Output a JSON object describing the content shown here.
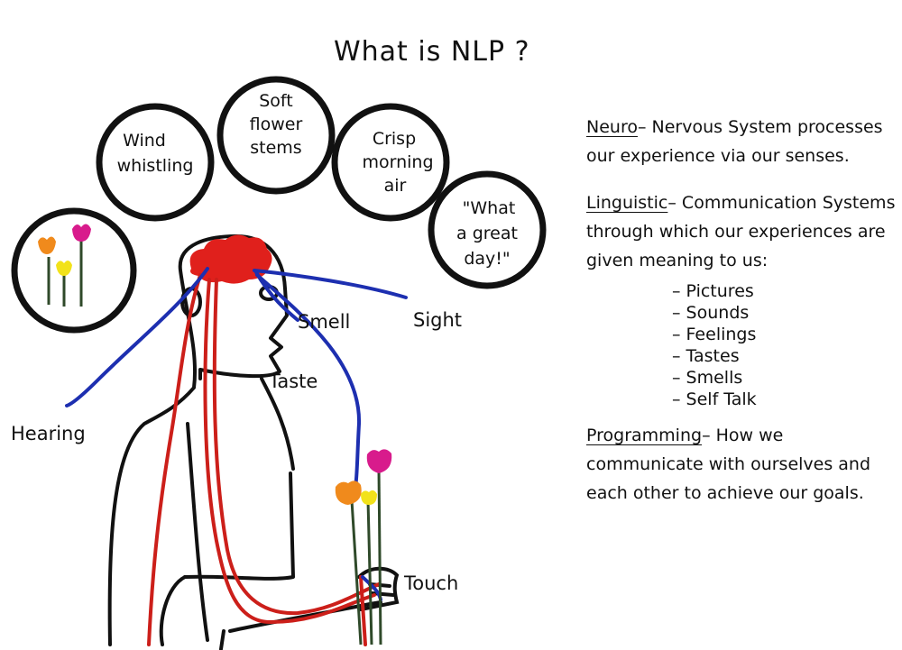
{
  "title": "What is NLP ?",
  "bubbles": {
    "wind": [
      "Wind",
      "whistling"
    ],
    "stems": [
      "Soft",
      "flower",
      "stems"
    ],
    "air": [
      "Crisp",
      "morning",
      "air"
    ],
    "quote": [
      "\"What",
      "a great",
      "day!\""
    ]
  },
  "senses": {
    "hearing": "Hearing",
    "smell": "Smell",
    "sight": "Sight",
    "taste": "Taste",
    "touch": "Touch"
  },
  "definitions": {
    "neuro": {
      "term": "Neuro",
      "text": "Nervous System processes our experience via our senses."
    },
    "linguistic": {
      "term": "Linguistic",
      "text": "Communication Systems through which our experiences are given meaning to us:"
    },
    "modalities": [
      "Pictures",
      "Sounds",
      "Feelings",
      "Tastes",
      "Smells",
      "Self Talk"
    ],
    "programming": {
      "term": "Programming",
      "text": "How we communicate with ourselves and each other to achieve our goals."
    }
  },
  "colors": {
    "ink": "#111111",
    "brain": "#e0201c",
    "nerve_red": "#cc1f1a",
    "nerve_blue": "#1d2fb0",
    "flower_orange": "#f08a1c",
    "flower_yellow": "#f2e21a",
    "flower_magenta": "#d81b8c",
    "stem": "#2f4a2a"
  }
}
